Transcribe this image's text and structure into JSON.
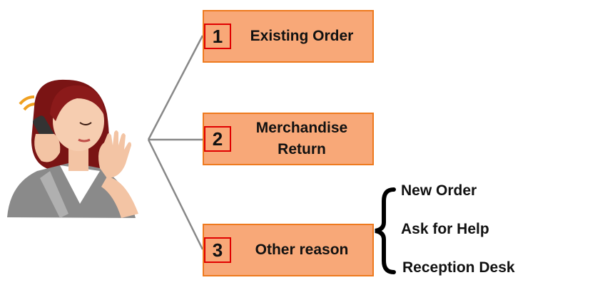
{
  "menu": {
    "options": [
      {
        "number": "1",
        "label": "Existing Order"
      },
      {
        "number": "2",
        "label": "Merchandise Return"
      },
      {
        "number": "3",
        "label": "Other reason"
      }
    ],
    "sub_options": [
      "New Order",
      "Ask for Help",
      "Reception Desk"
    ]
  },
  "colors": {
    "box_fill": "#f8a878",
    "box_border": "#ee7a1e",
    "number_border": "#e00000",
    "connector": "#888888"
  },
  "icons": {
    "caller": "woman-on-phone-illustration",
    "brace": "curly-brace"
  }
}
